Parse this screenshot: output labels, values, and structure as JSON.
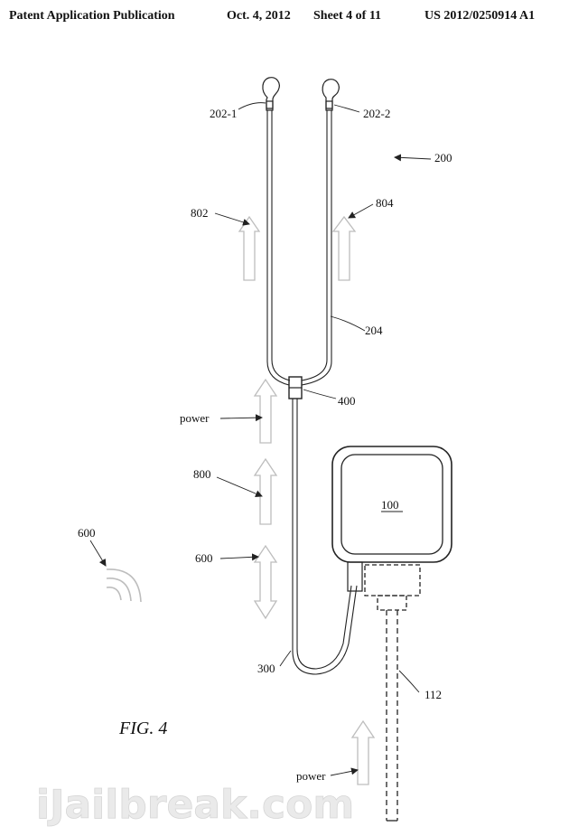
{
  "header": {
    "left": "Patent Application Publication",
    "date": "Oct. 4, 2012",
    "sheet": "Sheet 4 of 11",
    "right": "US 2012/0250914 A1"
  },
  "labels": {
    "earbud_left": "202-1",
    "earbud_right": "202-2",
    "headset": "200",
    "arrow_left": "802",
    "arrow_right": "804",
    "cable": "204",
    "connector": "400",
    "power_top": "power",
    "signal": "800",
    "wireless_left": "600",
    "wireless_arrow": "600",
    "device": "100",
    "bend": "300",
    "power_cable": "112",
    "power_bottom": "power"
  },
  "figure": {
    "caption": "FIG. 4"
  },
  "watermark": "iJailbreak.com"
}
